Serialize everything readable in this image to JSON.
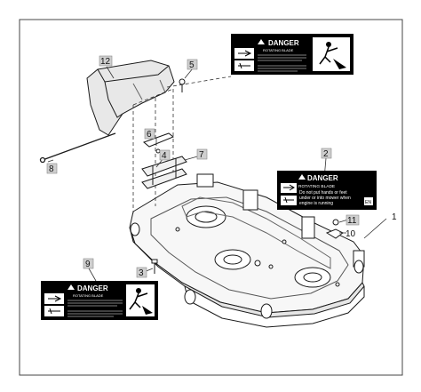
{
  "callouts": [
    {
      "id": "c1",
      "label": "1"
    },
    {
      "id": "c2",
      "label": "2"
    },
    {
      "id": "c3",
      "label": "3"
    },
    {
      "id": "c4",
      "label": "4"
    },
    {
      "id": "c5",
      "label": "5"
    },
    {
      "id": "c6",
      "label": "6"
    },
    {
      "id": "c7",
      "label": "7"
    },
    {
      "id": "c8",
      "label": "8"
    },
    {
      "id": "c9",
      "label": "9"
    },
    {
      "id": "c10",
      "label": "10"
    },
    {
      "id": "c11",
      "label": "11"
    },
    {
      "id": "c12",
      "label": "12"
    }
  ],
  "decals": {
    "top": {
      "title": "DANGER",
      "subtitle": "ROTATING BLADE"
    },
    "right": {
      "title": "DANGER",
      "subtitle": "ROTATING BLADE",
      "line1": "Do not put hands or feet",
      "line2": "under or into mower when",
      "line3": "engine is running",
      "code": "EN"
    },
    "bottom": {
      "title": "DANGER",
      "subtitle": "ROTATING BLADE"
    }
  },
  "colors": {
    "line": "#1a1a1a",
    "decal": "#000000",
    "box": "#cfcfcf"
  }
}
